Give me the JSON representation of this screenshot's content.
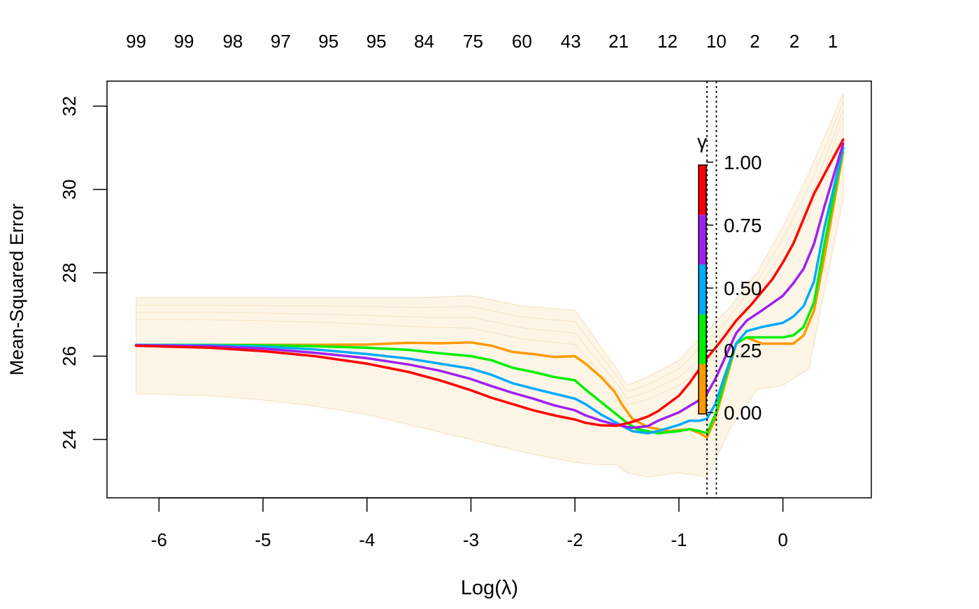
{
  "chart_data": {
    "type": "line",
    "xlabel": "Log(λ)",
    "ylabel": "Mean-Squared Error",
    "xlim": [
      -6.5,
      0.85
    ],
    "ylim": [
      22.6,
      32.6
    ],
    "x_ticks": [
      -6,
      -5,
      -4,
      -3,
      -2,
      -1,
      0
    ],
    "y_ticks": [
      24,
      26,
      28,
      30,
      32
    ],
    "top_axis": {
      "labels": [
        "99",
        "99",
        "98",
        "97",
        "95",
        "95",
        "84",
        "75",
        "60",
        "43",
        "21",
        "12",
        "10",
        "2",
        "2",
        "1"
      ],
      "positions": [
        -6.22,
        -5.76,
        -5.29,
        -4.83,
        -4.37,
        -3.91,
        -3.45,
        -2.98,
        -2.51,
        -2.04,
        -1.58,
        -1.11,
        -0.64,
        -0.27,
        0.11,
        0.48
      ]
    },
    "vlines": [
      -0.73,
      -0.64
    ],
    "grid": false,
    "band": {
      "x": [
        -6.22,
        -5.5,
        -5.0,
        -4.5,
        -4.0,
        -3.5,
        -3.0,
        -2.5,
        -2.0,
        -1.8,
        -1.6,
        -1.5,
        -1.3,
        -1.0,
        -0.73,
        -0.5,
        -0.25,
        0.0,
        0.25,
        0.58
      ],
      "upper": [
        27.4,
        27.4,
        27.4,
        27.4,
        27.4,
        27.4,
        27.45,
        27.2,
        27.1,
        26.4,
        25.7,
        25.3,
        25.5,
        25.9,
        26.6,
        27.2,
        28.0,
        29.1,
        30.4,
        32.3
      ],
      "lower": [
        25.1,
        25.05,
        24.95,
        24.8,
        24.6,
        24.3,
        24.0,
        23.7,
        23.45,
        23.4,
        23.4,
        23.2,
        23.1,
        23.2,
        23.1,
        24.3,
        25.2,
        25.3,
        25.7,
        29.8
      ]
    },
    "series": [
      {
        "color": "#FF9900",
        "gamma": "0.00",
        "x": [
          -6.22,
          -5.5,
          -5.0,
          -4.5,
          -4.0,
          -3.6,
          -3.3,
          -3.0,
          -2.8,
          -2.6,
          -2.4,
          -2.2,
          -2.0,
          -1.9,
          -1.75,
          -1.62,
          -1.55,
          -1.45,
          -1.3,
          -1.1,
          -0.9,
          -0.8,
          -0.73,
          -0.65,
          -0.55,
          -0.45,
          -0.35,
          -0.2,
          0.0,
          0.1,
          0.2,
          0.3,
          0.4,
          0.58
        ],
        "y": [
          26.27,
          26.27,
          26.27,
          26.27,
          26.28,
          26.32,
          26.31,
          26.33,
          26.25,
          26.1,
          26.05,
          25.98,
          26.0,
          25.82,
          25.5,
          25.15,
          24.85,
          24.5,
          24.3,
          24.2,
          24.25,
          24.15,
          24.05,
          24.5,
          25.4,
          26.3,
          26.45,
          26.3,
          26.3,
          26.3,
          26.5,
          27.1,
          28.4,
          30.9
        ]
      },
      {
        "color": "#00EE00",
        "gamma": "0.25",
        "x": [
          -6.22,
          -5.5,
          -5.0,
          -4.5,
          -4.0,
          -3.6,
          -3.3,
          -3.0,
          -2.8,
          -2.6,
          -2.4,
          -2.2,
          -2.0,
          -1.9,
          -1.75,
          -1.6,
          -1.5,
          -1.4,
          -1.2,
          -1.0,
          -0.9,
          -0.8,
          -0.73,
          -0.65,
          -0.55,
          -0.45,
          -0.35,
          -0.2,
          0.0,
          0.1,
          0.2,
          0.3,
          0.4,
          0.58
        ],
        "y": [
          26.27,
          26.27,
          26.26,
          26.24,
          26.2,
          26.15,
          26.07,
          26.0,
          25.9,
          25.72,
          25.62,
          25.5,
          25.42,
          25.2,
          24.9,
          24.6,
          24.4,
          24.25,
          24.15,
          24.2,
          24.25,
          24.2,
          24.15,
          24.6,
          25.5,
          26.3,
          26.45,
          26.45,
          26.45,
          26.5,
          26.7,
          27.3,
          28.7,
          31.0
        ]
      },
      {
        "color": "#00AAFF",
        "gamma": "0.50",
        "x": [
          -6.22,
          -5.5,
          -5.0,
          -4.5,
          -4.0,
          -3.6,
          -3.3,
          -3.0,
          -2.8,
          -2.6,
          -2.4,
          -2.2,
          -2.0,
          -1.9,
          -1.75,
          -1.6,
          -1.45,
          -1.3,
          -1.2,
          -1.0,
          -0.9,
          -0.8,
          -0.73,
          -0.65,
          -0.55,
          -0.45,
          -0.35,
          -0.2,
          0.0,
          0.1,
          0.2,
          0.3,
          0.4,
          0.58
        ],
        "y": [
          26.27,
          26.26,
          26.23,
          26.16,
          26.05,
          25.94,
          25.82,
          25.7,
          25.55,
          25.35,
          25.22,
          25.1,
          24.98,
          24.85,
          24.6,
          24.4,
          24.2,
          24.15,
          24.2,
          24.35,
          24.45,
          24.45,
          24.5,
          24.85,
          25.6,
          26.3,
          26.6,
          26.7,
          26.8,
          26.95,
          27.2,
          27.8,
          29.1,
          31.0
        ]
      },
      {
        "color": "#A020F0",
        "gamma": "0.75",
        "x": [
          -6.22,
          -5.5,
          -5.0,
          -4.5,
          -4.0,
          -3.6,
          -3.3,
          -3.0,
          -2.8,
          -2.6,
          -2.4,
          -2.2,
          -2.0,
          -1.9,
          -1.75,
          -1.6,
          -1.45,
          -1.3,
          -1.2,
          -1.0,
          -0.9,
          -0.8,
          -0.73,
          -0.65,
          -0.55,
          -0.45,
          -0.35,
          -0.2,
          0.0,
          0.1,
          0.2,
          0.3,
          0.4,
          0.58
        ],
        "y": [
          26.26,
          26.24,
          26.18,
          26.08,
          25.95,
          25.8,
          25.65,
          25.45,
          25.28,
          25.12,
          24.98,
          24.82,
          24.7,
          24.58,
          24.45,
          24.35,
          24.28,
          24.32,
          24.45,
          24.65,
          24.8,
          24.95,
          25.1,
          25.45,
          26.0,
          26.55,
          26.85,
          27.1,
          27.45,
          27.75,
          28.1,
          28.7,
          29.6,
          31.1
        ]
      },
      {
        "color": "#FF0000",
        "gamma": "1.00",
        "x": [
          -6.22,
          -5.5,
          -5.0,
          -4.5,
          -4.0,
          -3.6,
          -3.3,
          -3.0,
          -2.8,
          -2.6,
          -2.4,
          -2.2,
          -2.0,
          -1.9,
          -1.75,
          -1.6,
          -1.45,
          -1.3,
          -1.2,
          -1.0,
          -0.9,
          -0.8,
          -0.73,
          -0.6,
          -0.45,
          -0.3,
          -0.1,
          0.0,
          0.1,
          0.2,
          0.3,
          0.45,
          0.58
        ],
        "y": [
          26.25,
          26.2,
          26.12,
          26.0,
          25.82,
          25.62,
          25.42,
          25.18,
          25.0,
          24.85,
          24.7,
          24.58,
          24.48,
          24.4,
          24.34,
          24.33,
          24.42,
          24.55,
          24.68,
          25.05,
          25.35,
          25.7,
          25.95,
          26.35,
          26.85,
          27.25,
          27.85,
          28.25,
          28.7,
          29.3,
          29.9,
          30.6,
          31.2
        ]
      }
    ],
    "legend": {
      "title": "γ",
      "placement": "inside-right",
      "labels": [
        "1.00",
        "0.75",
        "0.50",
        "0.25",
        "0.00"
      ],
      "colors": [
        "#FF0000",
        "#A020F0",
        "#00AAFF",
        "#00EE00",
        "#FF9900"
      ]
    }
  }
}
